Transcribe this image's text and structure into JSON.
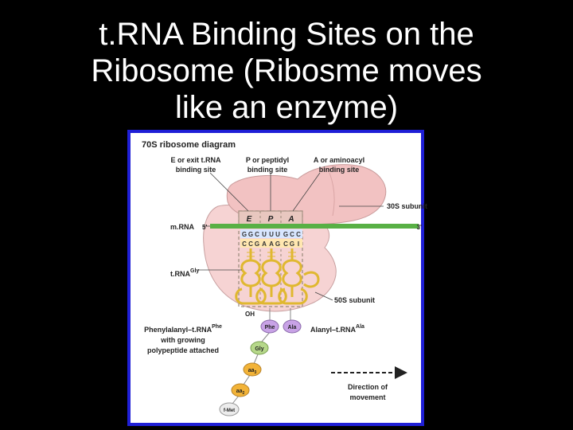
{
  "slide": {
    "title_line1": "t.RNA Binding Sites on the",
    "title_line2": "Ribosome (Ribosme moves",
    "title_line3": "like an enzyme)"
  },
  "diagram": {
    "title": "70S ribosome diagram",
    "e_site_line1": "E or exit t.RNA",
    "e_site_line2": "binding site",
    "p_site_line1": "P or peptidyl",
    "p_site_line2": "binding site",
    "a_site_line1": "A or aminoacyl",
    "a_site_line2": "binding site",
    "subunit_30s": "30S subunit",
    "subunit_50s": "50S subunit",
    "mrna_label": "m.RNA",
    "five_prime": "5'",
    "three_prime": "3'",
    "site_e": "E",
    "site_p": "P",
    "site_a": "A",
    "codons_top": [
      "G",
      "G",
      "C",
      "U",
      "U",
      "U",
      "G",
      "C",
      "C"
    ],
    "codons_bottom": [
      "C",
      "C",
      "G",
      "A",
      "A",
      "G",
      "C",
      "G",
      "I"
    ],
    "trna_label": "t.RNA",
    "trna_sup": "Gly",
    "oh_label": "OH",
    "phe_label": "Phe",
    "ala_label": "Ala",
    "gly_label": "Gly",
    "aa3_label": "aa",
    "aa3_sub": "3",
    "aa2_label": "aa",
    "aa2_sub": "2",
    "fmet_label": "f-Met",
    "phenylalanyl_label": "Phenylalanyl–t.RNA",
    "phenylalanyl_sup": "Phe",
    "growing_line1": "with growing",
    "growing_line2": "polypeptide attached",
    "alanyl_label": "Alanyl–t.RNA",
    "alanyl_sup": "Ala",
    "direction_line1": "Direction of",
    "direction_line2": "movement"
  },
  "colors": {
    "background": "#000000",
    "title_text": "#ffffff",
    "frame": "#1f1fd6",
    "subunit_30s": "#f2c2c2",
    "subunit_50s": "#f6d3d3",
    "mrna": "#58b045",
    "trna": "#f0d060",
    "phe_bead": "#c8a2e6",
    "ala_bead": "#c8a2e6",
    "chain_bead": "#f2b338"
  }
}
